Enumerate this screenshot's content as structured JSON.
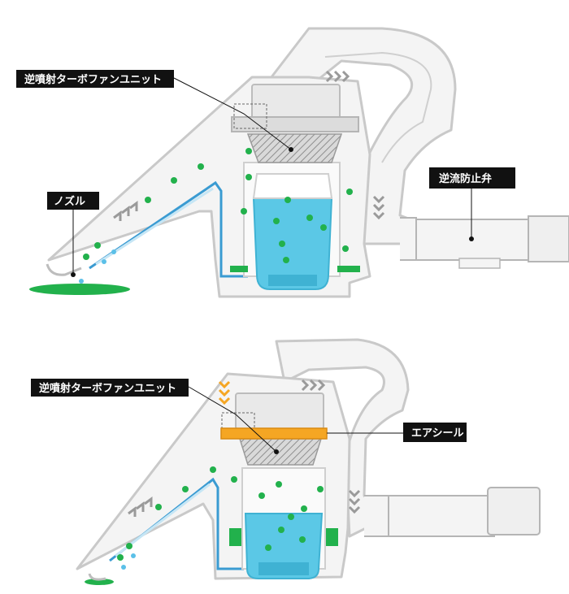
{
  "diagram": {
    "top": {
      "labels": {
        "fan_unit": "逆噴射ターボファンユニット",
        "nozzle": "ノズル",
        "check_valve": "逆流防止弁"
      }
    },
    "bottom": {
      "labels": {
        "fan_unit": "逆噴射ターボファンユニット",
        "air_seal": "エアシール"
      }
    },
    "colors": {
      "label_bg": "#111111",
      "label_text": "#ffffff",
      "body_outline": "#c9c9c9",
      "water": "#5bc8e6",
      "water_dark": "#3fb2d3",
      "dust_green": "#22b14c",
      "air_seal_orange": "#f5a623",
      "arrow_gray": "#9a9a9a",
      "arrow_orange": "#f5a623"
    },
    "icons": [
      "chevron-arrow-icon",
      "dust-particle-icon",
      "water-droplet-icon"
    ]
  }
}
